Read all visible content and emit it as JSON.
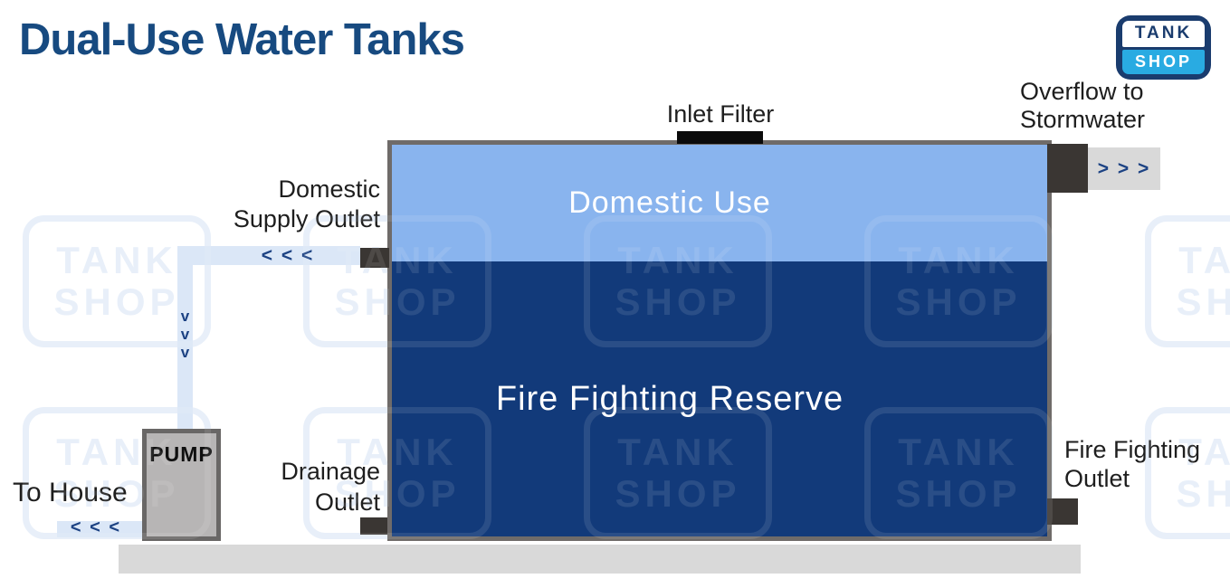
{
  "page": {
    "title": "Dual-Use Water Tanks"
  },
  "logo": {
    "line1": "TANK",
    "line2": "SHOP"
  },
  "tank": {
    "domestic_label": "Domestic Use",
    "fire_label": "Fire Fighting Reserve"
  },
  "labels": {
    "inlet_filter": "Inlet Filter",
    "overflow_line1": "Overflow to",
    "overflow_line2": "Stormwater",
    "supply_line1": "Domestic",
    "supply_line2": "Supply Outlet",
    "drainage_line1": "Drainage",
    "drainage_line2": "Outlet",
    "fire_line1": "Fire Fighting",
    "fire_line2": "Outlet",
    "pump": "PUMP",
    "to_house": "To House"
  },
  "arrows": {
    "overflow": "> > >",
    "supply": "< < <",
    "to_house": "< < <",
    "down_char": "v"
  },
  "colors": {
    "title": "#174a80",
    "domestic_water": "#89b4ee",
    "fire_water": "#123a7a",
    "pipe": "#dbe7f7",
    "arrow": "#1c4283",
    "tank_border": "#6f6b69",
    "connector": "#3a3633",
    "ground": "#d9d9d9",
    "inlet_filter": "#0a0a0a",
    "pump_fill": "#b7b5b5",
    "logo_navy": "#1a3c6e",
    "logo_blue": "#29abe2"
  },
  "watermark": {
    "line1": "TANK",
    "line2": "SHOP",
    "rows": [
      238,
      450
    ],
    "cols": [
      25,
      335,
      645,
      955,
      1265
    ]
  }
}
